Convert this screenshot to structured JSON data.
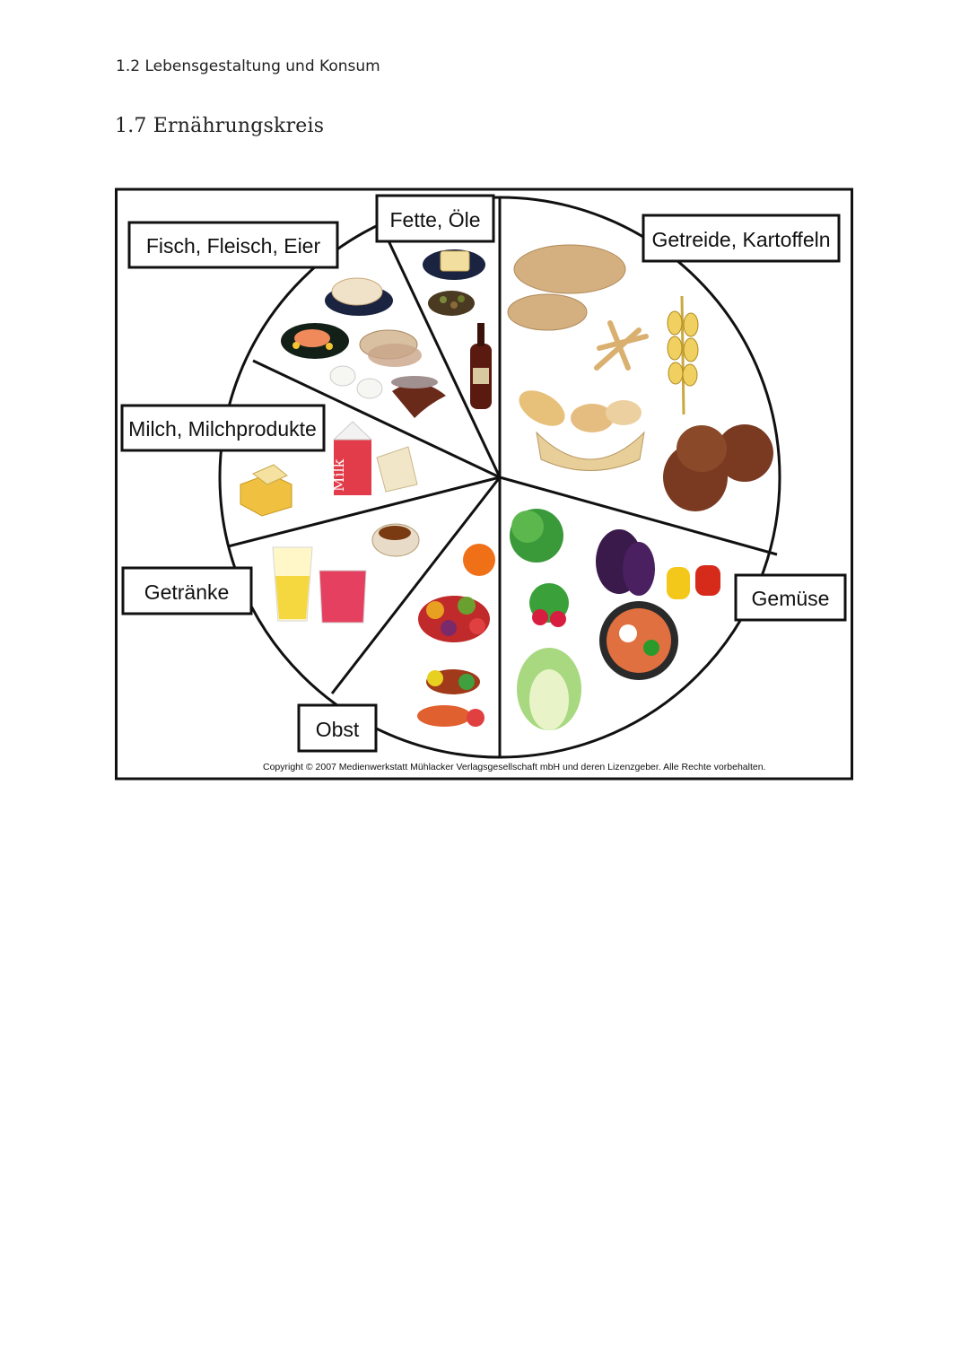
{
  "page": {
    "header": "1.2 Lebensgestaltung und Konsum",
    "title": "1.7 Ernährungskreis"
  },
  "figure": {
    "labels": {
      "fisch": "Fisch, Fleisch, Eier",
      "fette": "Fette, Öle",
      "getreide": "Getreide, Kartoffeln",
      "milch": "Milch, Milchprodukte",
      "getraenke": "Getränke",
      "gemuese": "Gemüse",
      "obst": "Obst"
    },
    "carton_text": "Milk",
    "copyright": "Copyright © 2007 Medienwerkstatt Mühlacker  Verlagsgesellschaft mbH und deren Lizenzgeber. Alle Rechte vorbehalten."
  }
}
